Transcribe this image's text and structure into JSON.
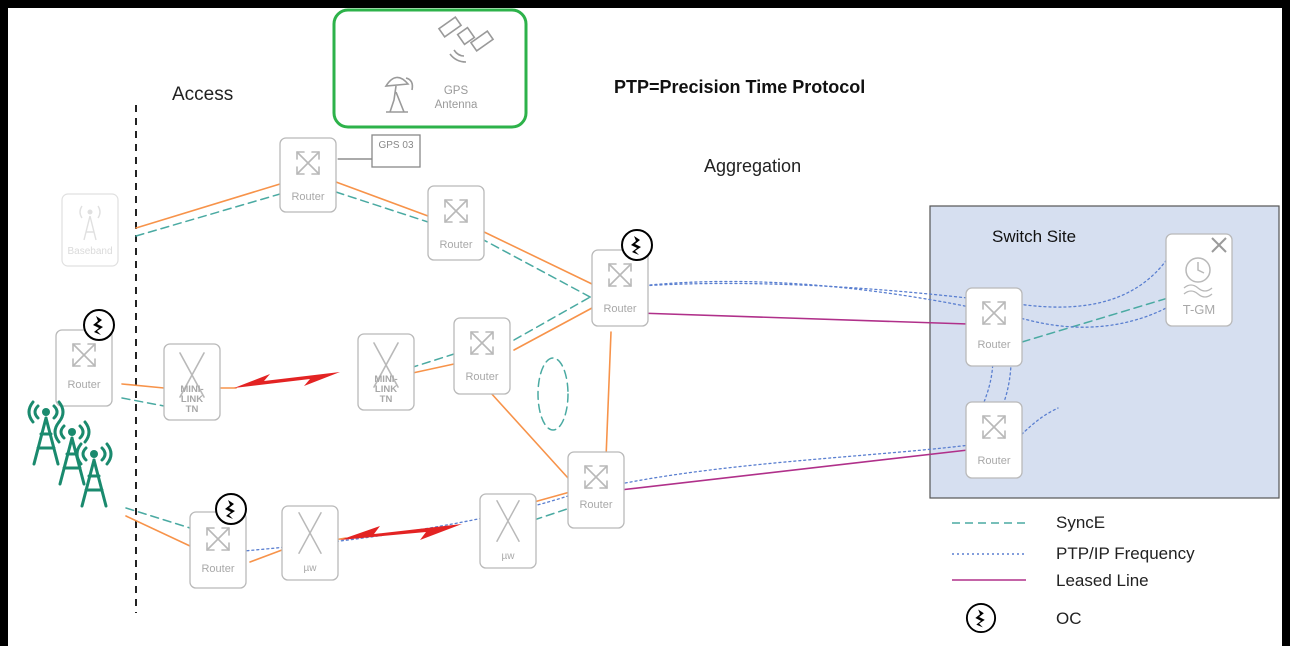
{
  "labels": {
    "access": "Access",
    "aggregation": "Aggregation",
    "ptp_definition": "PTP=Precision Time Protocol",
    "switch_site": "Switch Site"
  },
  "nodes": {
    "gps_antenna": "GPS Antenna",
    "gps03": "GPS 03",
    "baseband": "Baseband",
    "router": "Router",
    "minilink_tn": "MINI-LINK TN",
    "uw": "µw",
    "tgm": "T-GM"
  },
  "legend": {
    "synce": "SyncE",
    "ptp_ip": "PTP/IP Frequency",
    "leased_line": "Leased Line",
    "oc": "OC"
  },
  "colors": {
    "fiber": "#f7934a",
    "synce": "#4aaaa2",
    "ptp": "#5a7fd0",
    "leased": "#b0308a",
    "microwave": "#e32323",
    "gps_box": "#2db24a",
    "tower": "#1a8a6e",
    "switch_site_fill": "#d6dff0",
    "node_stroke": "#b9b9b9",
    "node_text": "#a8a8a8"
  }
}
